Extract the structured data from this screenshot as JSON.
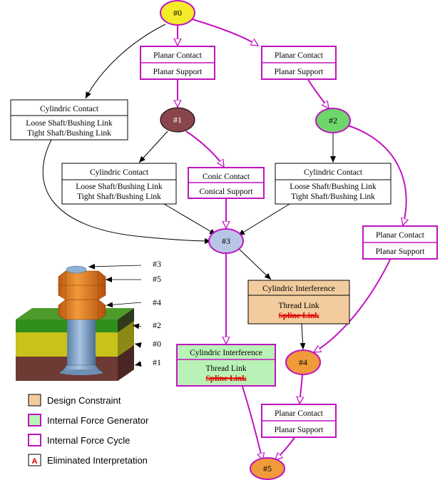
{
  "colors": {
    "magenta": "#c014c0",
    "black": "#000000",
    "n0": "#f4ec2a",
    "n1": "#8a444c",
    "n2": "#6fd66a",
    "n3": "#b8c6e6",
    "n4": "#f09a3a",
    "n5": "#f09a3a",
    "design": "#f2cc9e",
    "generator": "#b9f2b6"
  },
  "nodes": {
    "n0": "#0",
    "n1": "#1",
    "n2": "#2",
    "n3": "#3",
    "n4": "#4",
    "n5": "#5"
  },
  "boxes": {
    "b_top_mid": {
      "title": "Planar Contact",
      "lines": [
        "Planar Support"
      ]
    },
    "b_top_right": {
      "title": "Planar Contact",
      "lines": [
        "Planar Support"
      ]
    },
    "b_left": {
      "title": "Cylindric Contact",
      "lines": [
        "Loose Shaft/Bushing Link",
        "Tight Shaft/Bushing Link"
      ]
    },
    "b_mid_left": {
      "title": "Cylindric Contact",
      "lines": [
        "Loose Shaft/Bushing Link",
        "Tight Shaft/Bushing Link"
      ]
    },
    "b_conic": {
      "title": "Conic Contact",
      "lines": [
        "Conical Support"
      ]
    },
    "b_mid_right": {
      "title": "Cylindric Contact",
      "lines": [
        "Loose Shaft/Bushing Link",
        "Tight Shaft/Bushing Link"
      ]
    },
    "b_right_planar": {
      "title": "Planar Contact",
      "lines": [
        "Planar Support"
      ]
    },
    "b_design": {
      "title": "Cylindric Interference",
      "line": "Thread Link",
      "struck": "Spline Link"
    },
    "b_green": {
      "title": "Cylindric Interference",
      "line": "Thread Link",
      "struck": "Spline Link"
    },
    "b_bottom_planar": {
      "title": "Planar Contact",
      "lines": [
        "Planar Support"
      ]
    }
  },
  "assembly_labels": {
    "l3": "#3",
    "l5": "#5",
    "l4": "#4",
    "l2": "#2",
    "l0": "#0",
    "l1": "#1"
  },
  "legend": {
    "design": "Design Constraint",
    "generator": "Internal Force Generator",
    "cycle": "Internal Force Cycle",
    "eliminated": "Eliminated Interpretation",
    "eliminated_glyph": "A"
  }
}
